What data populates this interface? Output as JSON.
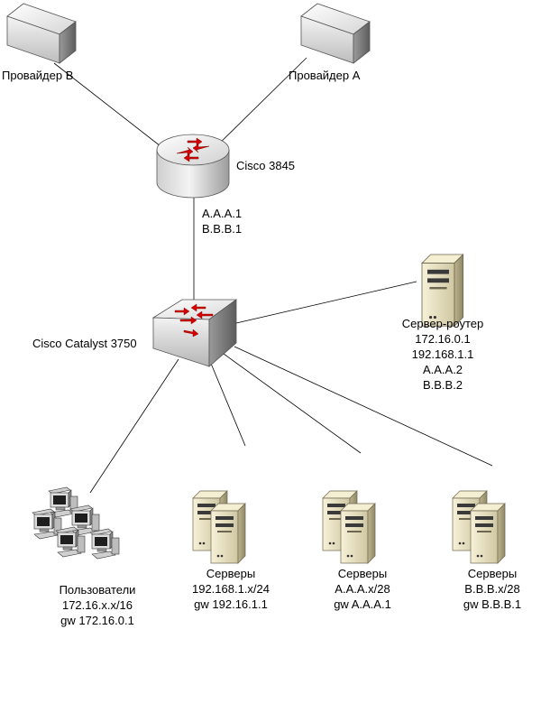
{
  "providers": {
    "b": {
      "label": "Провайдер В"
    },
    "a": {
      "label": "Провайдер А"
    }
  },
  "router": {
    "label": "Cisco 3845",
    "addresses": [
      "A.A.A.1",
      "B.B.B.1"
    ]
  },
  "switch": {
    "label": "Cisco Catalyst 3750"
  },
  "server_router": {
    "lines": [
      "Сервер-роутер",
      "172.16.0.1",
      "192.168.1.1",
      "A.A.A.2",
      "B.B.B.2"
    ]
  },
  "users": {
    "lines": [
      "Пользователи",
      "172.16.x.x/16",
      "gw 172.16.0.1"
    ]
  },
  "servers": [
    {
      "lines": [
        "Серверы",
        "192.168.1.x/24",
        "gw 192.16.1.1"
      ]
    },
    {
      "lines": [
        "Серверы",
        "A.A.A.x/28",
        "gw A.A.A.1"
      ]
    },
    {
      "lines": [
        "Серверы",
        "B.B.B.x/28",
        "gw B.B.B.1"
      ]
    }
  ],
  "colors": {
    "line": "#000000",
    "device_fill": "#e8e8e8",
    "arrow": "#d40000",
    "server_fill": "#e9e2c4"
  }
}
